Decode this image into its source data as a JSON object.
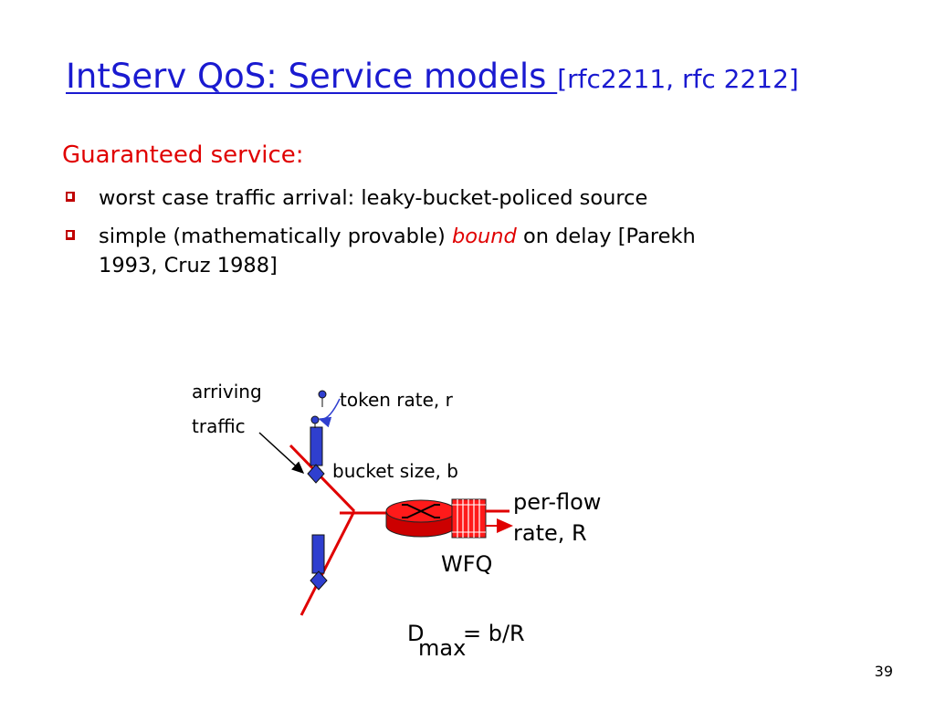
{
  "slide": {
    "title_main": "IntServ QoS: Service models ",
    "title_ref": "[rfc2211, rfc 2212]",
    "subheading": "Guaranteed service:",
    "bullets": [
      {
        "text": "worst case traffic arrival: leaky-bucket-policed source"
      },
      {
        "pre": "simple (mathematically provable) ",
        "emph": "bound",
        "post": " on delay [Parekh",
        "line2": "1993, Cruz 1988]"
      }
    ],
    "page_number": "39"
  },
  "diagram": {
    "arriving": "arriving",
    "traffic": "traffic",
    "token_rate": "token rate, r",
    "bucket_size": "bucket size, b",
    "per_flow": "per-flow",
    "rate_R": "rate, R",
    "wfq": "WFQ",
    "formula_D": "D",
    "formula_sub": "max",
    "formula_rest": "= b/R"
  },
  "colors": {
    "title": "#1a1ad0",
    "accent_red": "#e00000",
    "bucket_blue": "#2f3fcf",
    "router_red": "#ff0000"
  }
}
